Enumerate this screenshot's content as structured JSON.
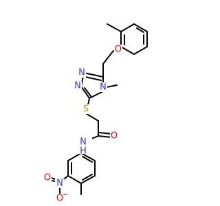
{
  "molecule": {
    "colors": {
      "bond": "#000000",
      "carbon": "#000000",
      "nitrogen": "#3333ff",
      "oxygen": "#ff0000",
      "sulfur": "#b8a000"
    },
    "atom_labels": {
      "ether_o": "O",
      "triazole_n1": "N",
      "triazole_n2": "N",
      "triazole_n4": "N",
      "thio_s": "S",
      "amide_o": "O",
      "amide_n": "N",
      "amide_h": "H",
      "nitro_n": "N",
      "nitro_charge_plus": "+",
      "nitro_o_top": "O",
      "nitro_o_bottom": "O",
      "nitro_charge_minus": "−"
    }
  }
}
